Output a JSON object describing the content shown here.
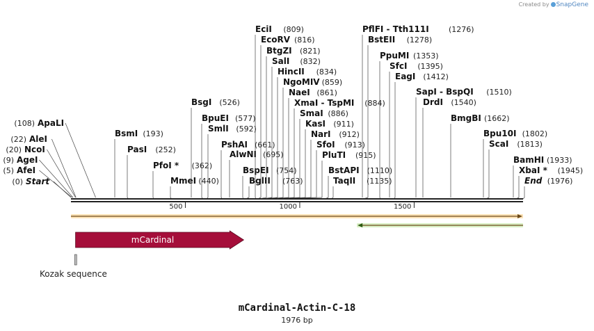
{
  "branding": {
    "created_by": "Created by",
    "app_name": "SnapGene"
  },
  "plasmid": {
    "name": "mCardinal-Actin-C-18",
    "length_label": "1976 bp",
    "length": 1976
  },
  "ruler": {
    "ticks": [
      500,
      1000,
      1500
    ]
  },
  "sites": [
    {
      "name": "Start",
      "pos_label": "(0)",
      "bp": 0,
      "italic": true,
      "left": true
    },
    {
      "name": "AfeI",
      "pos_label": "(5)",
      "bp": 5,
      "left": true
    },
    {
      "name": "AgeI",
      "pos_label": "(9)",
      "bp": 9,
      "left": true
    },
    {
      "name": "NcoI",
      "pos_label": "(20)",
      "bp": 20,
      "left": true
    },
    {
      "name": "AleI",
      "pos_label": "(22)",
      "bp": 22,
      "left": true
    },
    {
      "name": "ApaLI",
      "pos_label": "(108)",
      "bp": 108,
      "left": true
    },
    {
      "name": "BsmI",
      "pos_label": "(193)",
      "bp": 193
    },
    {
      "name": "PasI",
      "pos_label": "(252)",
      "bp": 252
    },
    {
      "name": "PfoI *",
      "pos_label": "(362)",
      "bp": 362
    },
    {
      "name": "MmeI",
      "pos_label": "(440)",
      "bp": 440
    },
    {
      "name": "BsgI",
      "pos_label": "(526)",
      "bp": 526
    },
    {
      "name": "BpuEI",
      "pos_label": "(577)",
      "bp": 577
    },
    {
      "name": "SmlI",
      "pos_label": "(592)",
      "bp": 592
    },
    {
      "name": "PshAI",
      "pos_label": "(661)",
      "bp": 661
    },
    {
      "name": "AlwNI",
      "pos_label": "(695)",
      "bp": 695
    },
    {
      "name": "BspEI",
      "pos_label": "(754)",
      "bp": 754
    },
    {
      "name": "BglII",
      "pos_label": "(763)",
      "bp": 763
    },
    {
      "name": "EciI",
      "pos_label": "(809)",
      "bp": 809
    },
    {
      "name": "EcoRV",
      "pos_label": "(816)",
      "bp": 816
    },
    {
      "name": "BtgZI",
      "pos_label": "(821)",
      "bp": 821
    },
    {
      "name": "SalI",
      "pos_label": "(832)",
      "bp": 832
    },
    {
      "name": "HincII",
      "pos_label": "(834)",
      "bp": 834
    },
    {
      "name": "NgoMIV",
      "pos_label": "(859)",
      "bp": 859
    },
    {
      "name": "NaeI",
      "pos_label": "(861)",
      "bp": 861
    },
    {
      "name": "XmaI - TspMI",
      "pos_label": "(884)",
      "bp": 884
    },
    {
      "name": "SmaI",
      "pos_label": "(886)",
      "bp": 886
    },
    {
      "name": "KasI",
      "pos_label": "(911)",
      "bp": 911
    },
    {
      "name": "NarI",
      "pos_label": "(912)",
      "bp": 912
    },
    {
      "name": "SfoI",
      "pos_label": "(913)",
      "bp": 913
    },
    {
      "name": "PluTI",
      "pos_label": "(915)",
      "bp": 915
    },
    {
      "name": "BstAPI",
      "pos_label": "(1110)",
      "bp": 1110
    },
    {
      "name": "TaqII",
      "pos_label": "(1135)",
      "bp": 1135
    },
    {
      "name": "PflFI - Tth111I",
      "pos_label": "(1276)",
      "bp": 1276
    },
    {
      "name": "BstEII",
      "pos_label": "(1278)",
      "bp": 1278
    },
    {
      "name": "PpuMI",
      "pos_label": "(1353)",
      "bp": 1353
    },
    {
      "name": "SfcI",
      "pos_label": "(1395)",
      "bp": 1395
    },
    {
      "name": "EagI",
      "pos_label": "(1412)",
      "bp": 1412
    },
    {
      "name": "SapI - BspQI",
      "pos_label": "(1510)",
      "bp": 1510
    },
    {
      "name": "DrdI",
      "pos_label": "(1540)",
      "bp": 1540
    },
    {
      "name": "BmgBI",
      "pos_label": "(1662)",
      "bp": 1662
    },
    {
      "name": "Bpu10I",
      "pos_label": "(1802)",
      "bp": 1802
    },
    {
      "name": "ScaI",
      "pos_label": "(1813)",
      "bp": 1813
    },
    {
      "name": "BamHI",
      "pos_label": "(1933)",
      "bp": 1933
    },
    {
      "name": "XbaI *",
      "pos_label": "(1945)",
      "bp": 1945
    },
    {
      "name": "End",
      "pos_label": "(1976)",
      "bp": 1976,
      "italic": true
    }
  ],
  "primers": [
    {
      "id": "forward-primer",
      "start": 0,
      "end": 1976,
      "direction": "forward",
      "color": "#f5a623",
      "fill": "#fde3b8"
    },
    {
      "id": "reverse-primer",
      "start": 1250,
      "end": 1976,
      "direction": "reverse",
      "color": "#7ac142",
      "fill": "#d9efc5"
    }
  ],
  "features": [
    {
      "name": "mCardinal",
      "start": 20,
      "end": 755,
      "direction": "forward",
      "color": "#a50e3a"
    },
    {
      "name": "Kozak sequence",
      "start": 10,
      "end": 20,
      "color": "#999999"
    }
  ]
}
